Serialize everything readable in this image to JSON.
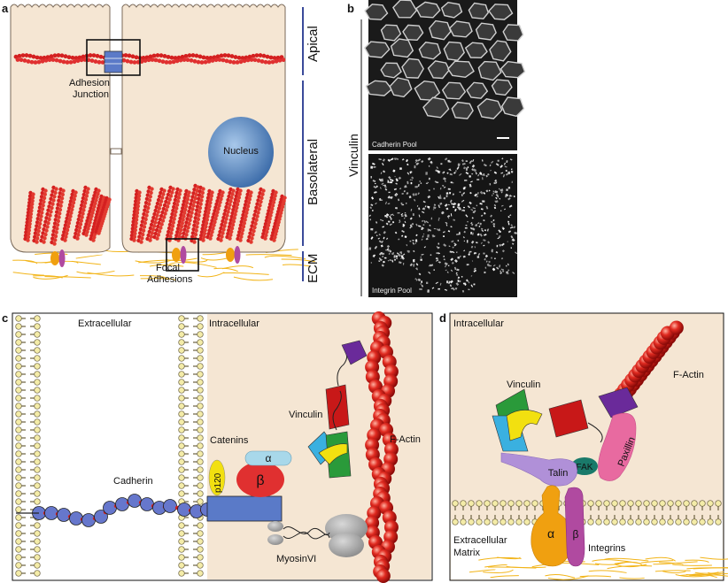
{
  "panels": {
    "a": "a",
    "b": "b",
    "c": "c",
    "d": "d"
  },
  "panel_a": {
    "regions": {
      "apical": "Apical",
      "basolateral": "Basolateral",
      "ecm": "ECM"
    },
    "adhesion_junction": [
      "Adhesion",
      "Junction"
    ],
    "nucleus": "Nucleus",
    "focal_adhesions": [
      "Focal",
      "Adhesions"
    ]
  },
  "panel_b": {
    "side_label": "Vinculin",
    "top_caption": "Cadherin Pool",
    "bottom_caption": "Integrin Pool"
  },
  "panel_c": {
    "extracellular": "Extracellular",
    "intracellular": "Intracellular",
    "cadherin": "Cadherin",
    "catenins": "Catenins",
    "alpha": "α",
    "beta": "β",
    "p120": "p120",
    "vinculin": "Vinculin",
    "f_actin": "F-Actin",
    "myosin": "MyosinVI"
  },
  "panel_d": {
    "intracellular": "Intracellular",
    "f_actin": "F-Actin",
    "vinculin": "Vinculin",
    "paxillin": "Paxillin",
    "fak": "FAK",
    "talin": "Talin",
    "alpha": "α",
    "beta": "β",
    "integrins": "Integrins",
    "extracellular_matrix": [
      "Extracellular",
      "Matrix"
    ]
  },
  "colors": {
    "cell": "#f5e6d3",
    "actin": "#d42020",
    "region_bar": "#3a4a9a",
    "nucleus": "#5b8cc4",
    "ecm": "#f2b418",
    "cadherin_bead": "#6677cc",
    "vinculin_green": "#2a9a3a",
    "vinculin_yellow": "#f2e010",
    "vinculin_blue": "#3ab0e0",
    "vinculin_red": "#c81818",
    "vinculin_purple": "#6a2a9a",
    "paxillin": "#e86aa0",
    "talin": "#b090d8",
    "integrin_alpha": "#f0a010",
    "integrin_beta": "#b04aa0"
  }
}
